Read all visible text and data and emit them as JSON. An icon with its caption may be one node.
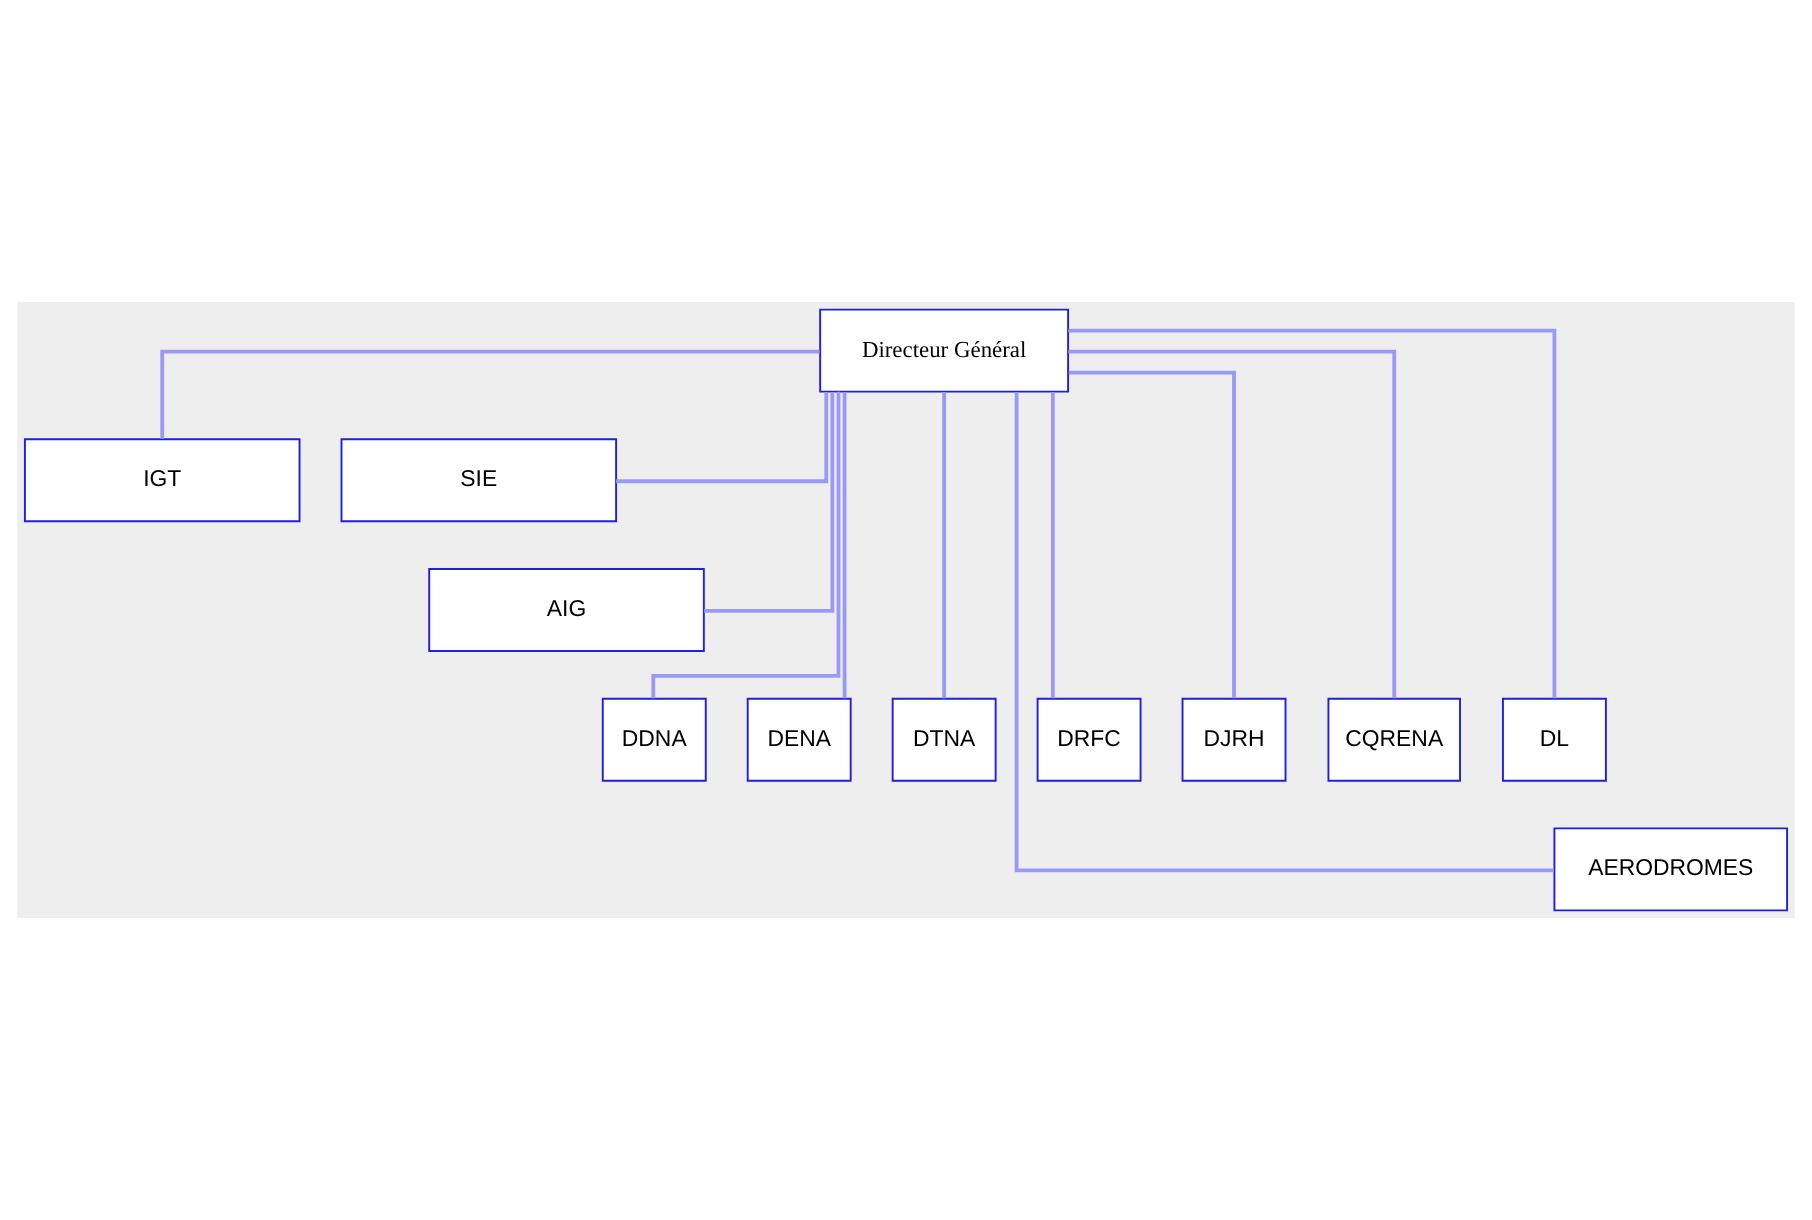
{
  "diagram": {
    "nodes": [
      {
        "text": [
          "Directeur Général"
        ]
      },
      {
        "text": [
          "IGT"
        ]
      },
      {
        "text": [
          "SIE"
        ]
      },
      {
        "text": [
          "AIG"
        ]
      },
      {
        "text": [
          "DDNA"
        ]
      },
      {
        "text": [
          "DENA"
        ]
      },
      {
        "text": [
          "DTNA"
        ]
      },
      {
        "text": [
          "DRFC"
        ]
      },
      {
        "text": [
          "DJRH"
        ]
      },
      {
        "text": [
          "CQRENA"
        ]
      },
      {
        "text": [
          "DL"
        ]
      },
      {
        "text": [
          "AERODROMES"
        ]
      }
    ],
    "edges": [
      {
        "from": 0,
        "to": 1,
        "arrow": "none"
      },
      {
        "from": 0,
        "to": 2,
        "arrow": "none"
      },
      {
        "from": 0,
        "to": 3,
        "arrow": "none"
      },
      {
        "from": 0,
        "to": 4,
        "arrow": "none"
      },
      {
        "from": 0,
        "to": 5,
        "arrow": "none"
      },
      {
        "from": 0,
        "to": 6,
        "arrow": "none"
      },
      {
        "from": 0,
        "to": 7,
        "arrow": "none"
      },
      {
        "from": 0,
        "to": 8,
        "arrow": "none"
      },
      {
        "from": 0,
        "to": 9,
        "arrow": "none"
      },
      {
        "from": 0,
        "to": 10,
        "arrow": "none"
      },
      {
        "from": 0,
        "to": 11,
        "arrow": "none"
      }
    ]
  }
}
